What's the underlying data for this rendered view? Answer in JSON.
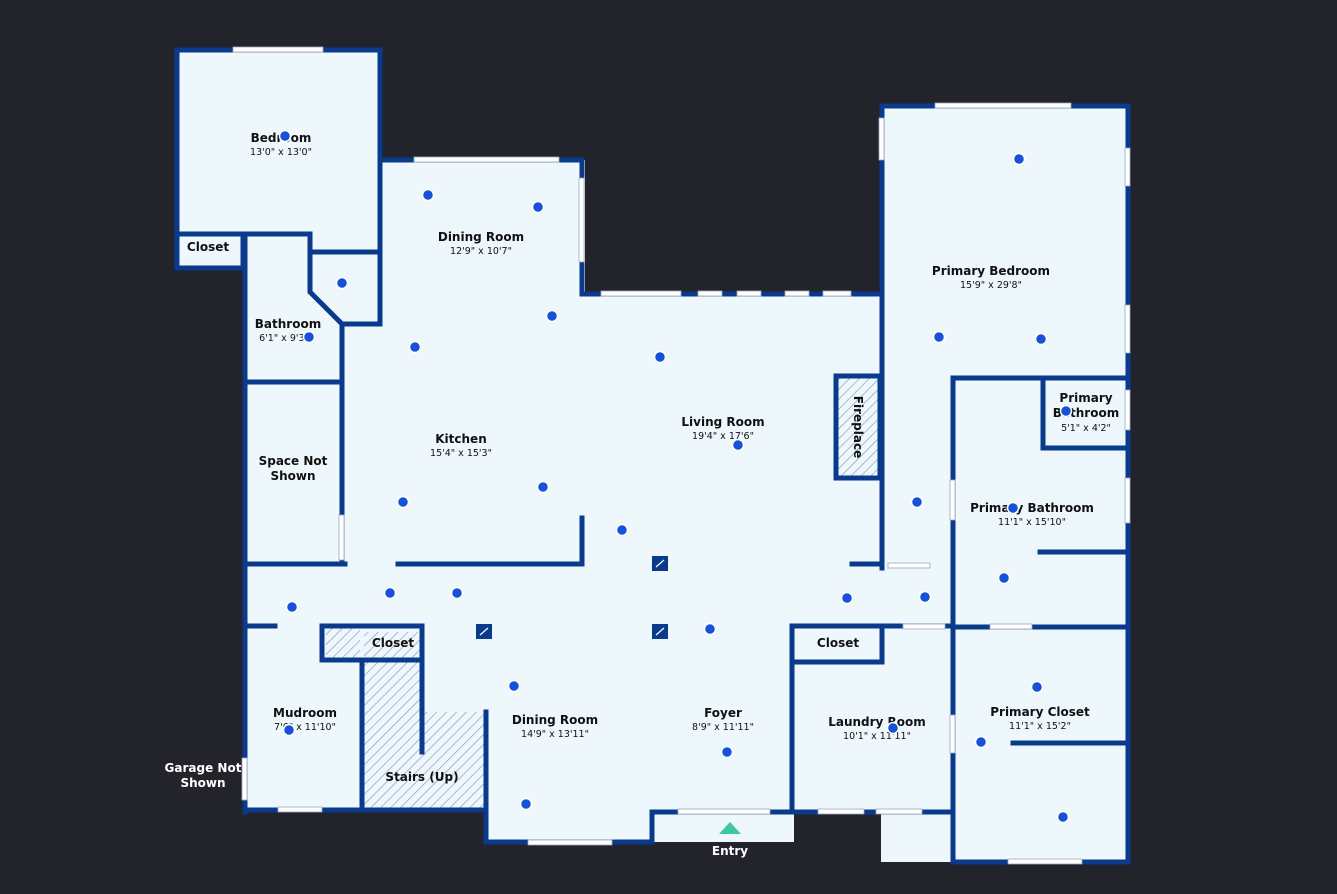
{
  "colors": {
    "background": "#23232b",
    "floor": "#eef7fc",
    "wall": "#0a3a8c",
    "window": "#ffffff",
    "hotspot": "#1652d8",
    "entry_marker": "#3ec7a0"
  },
  "rooms": {
    "bedroom": {
      "name": "Bedroom",
      "dims": "13'0\" x 13'0\""
    },
    "closet_bedroom": {
      "name": "Closet"
    },
    "bathroom": {
      "name": "Bathroom",
      "dims": "6'1\" x 9'3\""
    },
    "space_not_shown": {
      "name_line1": "Space Not",
      "name_line2": "Shown"
    },
    "dining_room_upper": {
      "name": "Dining Room",
      "dims": "12'9\" x 10'7\""
    },
    "kitchen": {
      "name": "Kitchen",
      "dims": "15'4\" x 15'3\""
    },
    "living_room": {
      "name": "Living Room",
      "dims": "19'4\" x 17'6\""
    },
    "fireplace": {
      "name": "Fireplace"
    },
    "primary_bedroom": {
      "name": "Primary Bedroom",
      "dims": "15'9\" x 29'8\""
    },
    "primary_bathroom_small": {
      "name_line1": "Primary",
      "name_line2": "Bathroom",
      "dims": "5'1\" x 4'2\""
    },
    "primary_bathroom": {
      "name": "Primary Bathroom",
      "dims": "11'1\" x 15'10\""
    },
    "mudroom": {
      "name": "Mudroom",
      "dims": "7'6\" x 11'10\""
    },
    "closet_mudroom": {
      "name": "Closet"
    },
    "stairs": {
      "name": "Stairs (Up)"
    },
    "dining_room_lower": {
      "name": "Dining Room",
      "dims": "14'9\" x 13'11\""
    },
    "foyer": {
      "name": "Foyer",
      "dims": "8'9\" x 11'11\""
    },
    "closet_laundry": {
      "name": "Closet"
    },
    "laundry_room": {
      "name": "Laundry Room",
      "dims": "10'1\" x 11'11\""
    },
    "primary_closet": {
      "name": "Primary Closet",
      "dims": "11'1\" x 15'2\""
    }
  },
  "exterior": {
    "garage_line1": "Garage Not",
    "garage_line2": "Shown",
    "entry": "Entry"
  },
  "icons": {
    "hotspot": "view-point-icon",
    "entry": "entry-arrow-icon",
    "column": "column-icon"
  }
}
